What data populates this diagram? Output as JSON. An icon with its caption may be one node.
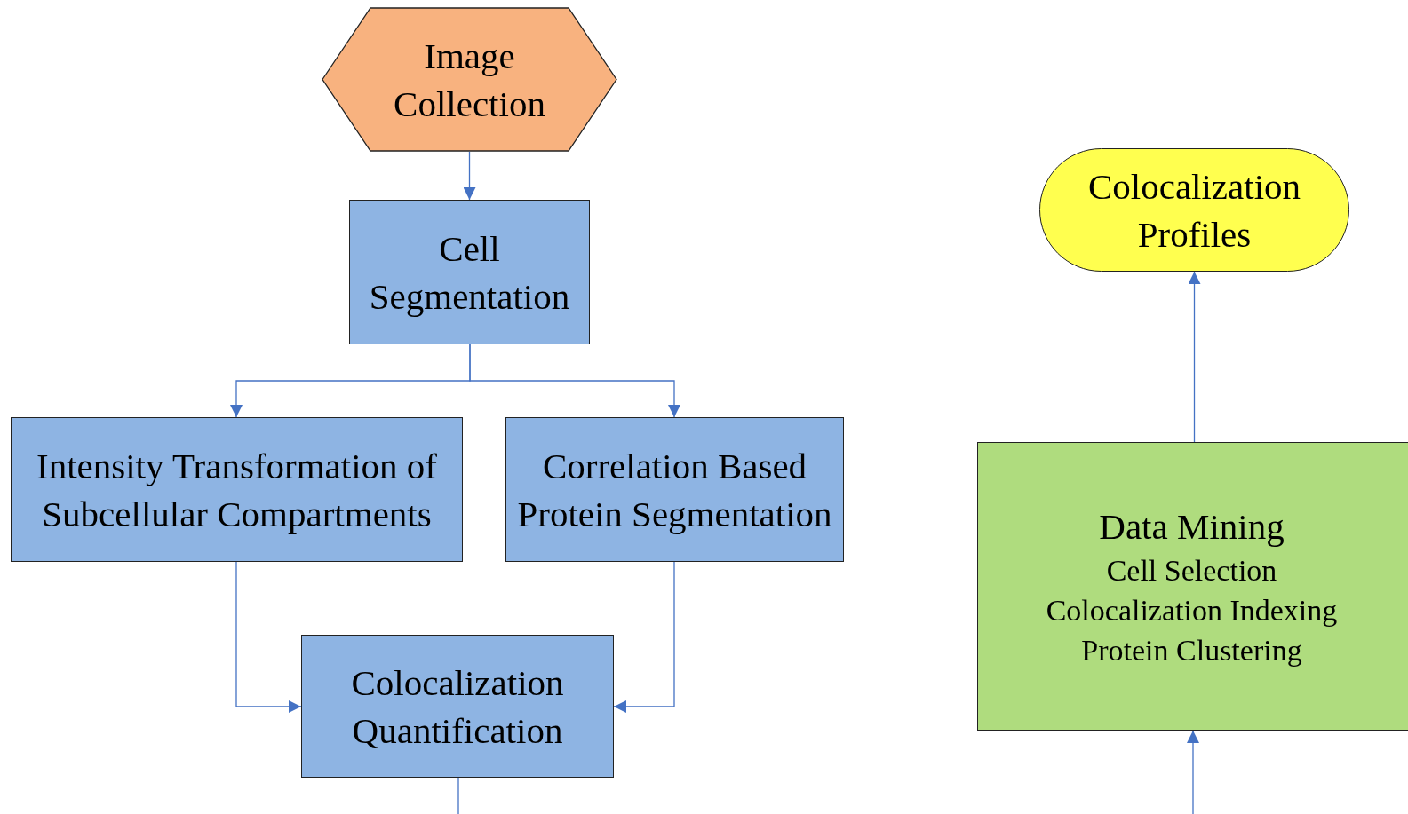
{
  "diagram": {
    "nodes": [
      {
        "text": [
          "Image Collection"
        ]
      },
      {
        "text": [
          "Cell Segmentation"
        ]
      },
      {
        "text": [
          "Intensity Transformation of Subcellular Compartments"
        ]
      },
      {
        "text": [
          "Correlation Based Protein Segmentation"
        ]
      },
      {
        "text": [
          "Colocalization Quantification"
        ]
      },
      {
        "text": [
          "Colocalization Profiles"
        ]
      },
      {
        "text": [
          "Data Mining",
          "Cell Selection",
          "Colocalization Indexing",
          "Protein Clustering"
        ]
      }
    ],
    "edges": [
      {
        "from": 0,
        "to": 1,
        "arrow": "to"
      },
      {
        "from": 1,
        "to": 2,
        "arrow": "to"
      },
      {
        "from": 1,
        "to": 3,
        "arrow": "to"
      },
      {
        "from": 2,
        "to": 4,
        "arrow": "to"
      },
      {
        "from": 3,
        "to": 4,
        "arrow": "to"
      },
      {
        "from": 4,
        "to": null,
        "arrow": "none"
      },
      {
        "from": null,
        "to": 6,
        "arrow": "to"
      },
      {
        "from": 6,
        "to": 5,
        "arrow": "to"
      }
    ]
  }
}
